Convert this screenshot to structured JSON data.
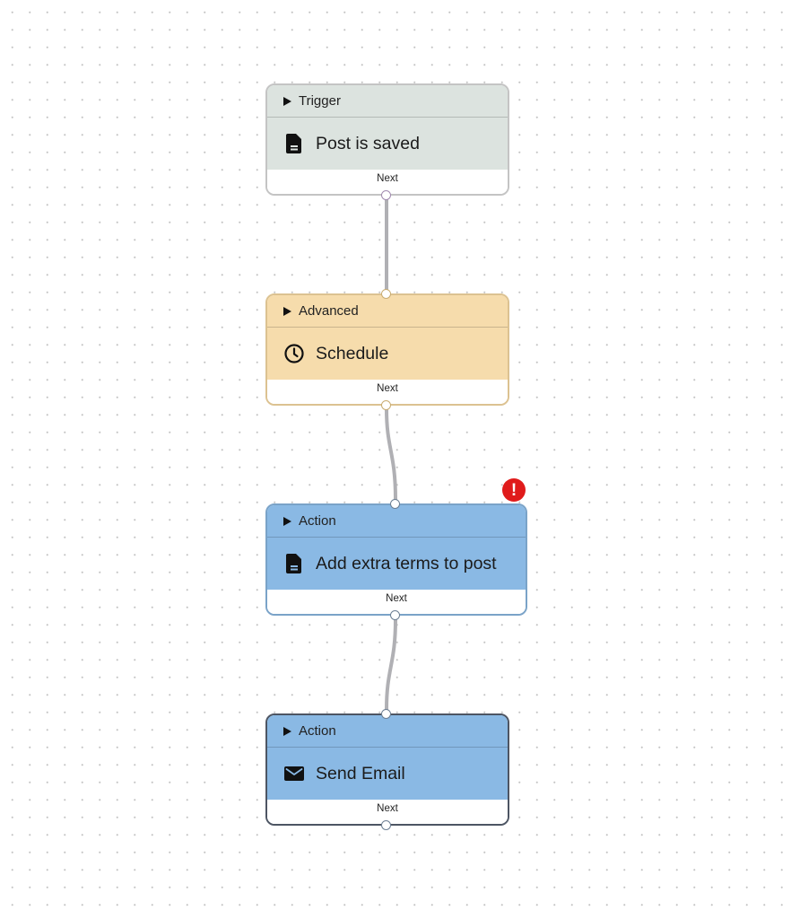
{
  "colors": {
    "trigger_bg": "#dce3df",
    "trigger_border": "#c4c4c4",
    "advanced_bg": "#f6dcac",
    "advanced_border": "#dcc291",
    "action_bg": "#8ab9e4",
    "action_border": "#7aa3c8",
    "action_selected_border": "#4d5563",
    "edge": "#b0b0b4",
    "error": "#e01b1b"
  },
  "nodes": [
    {
      "category": "Trigger",
      "title": "Post is saved",
      "icon": "document-icon",
      "footer": "Next"
    },
    {
      "category": "Advanced",
      "title": "Schedule",
      "icon": "clock-icon",
      "footer": "Next"
    },
    {
      "category": "Action",
      "title": "Add extra terms to post",
      "icon": "document-icon",
      "footer": "Next",
      "error_badge": "!"
    },
    {
      "category": "Action",
      "title": "Send Email",
      "icon": "envelope-icon",
      "footer": "Next"
    }
  ]
}
